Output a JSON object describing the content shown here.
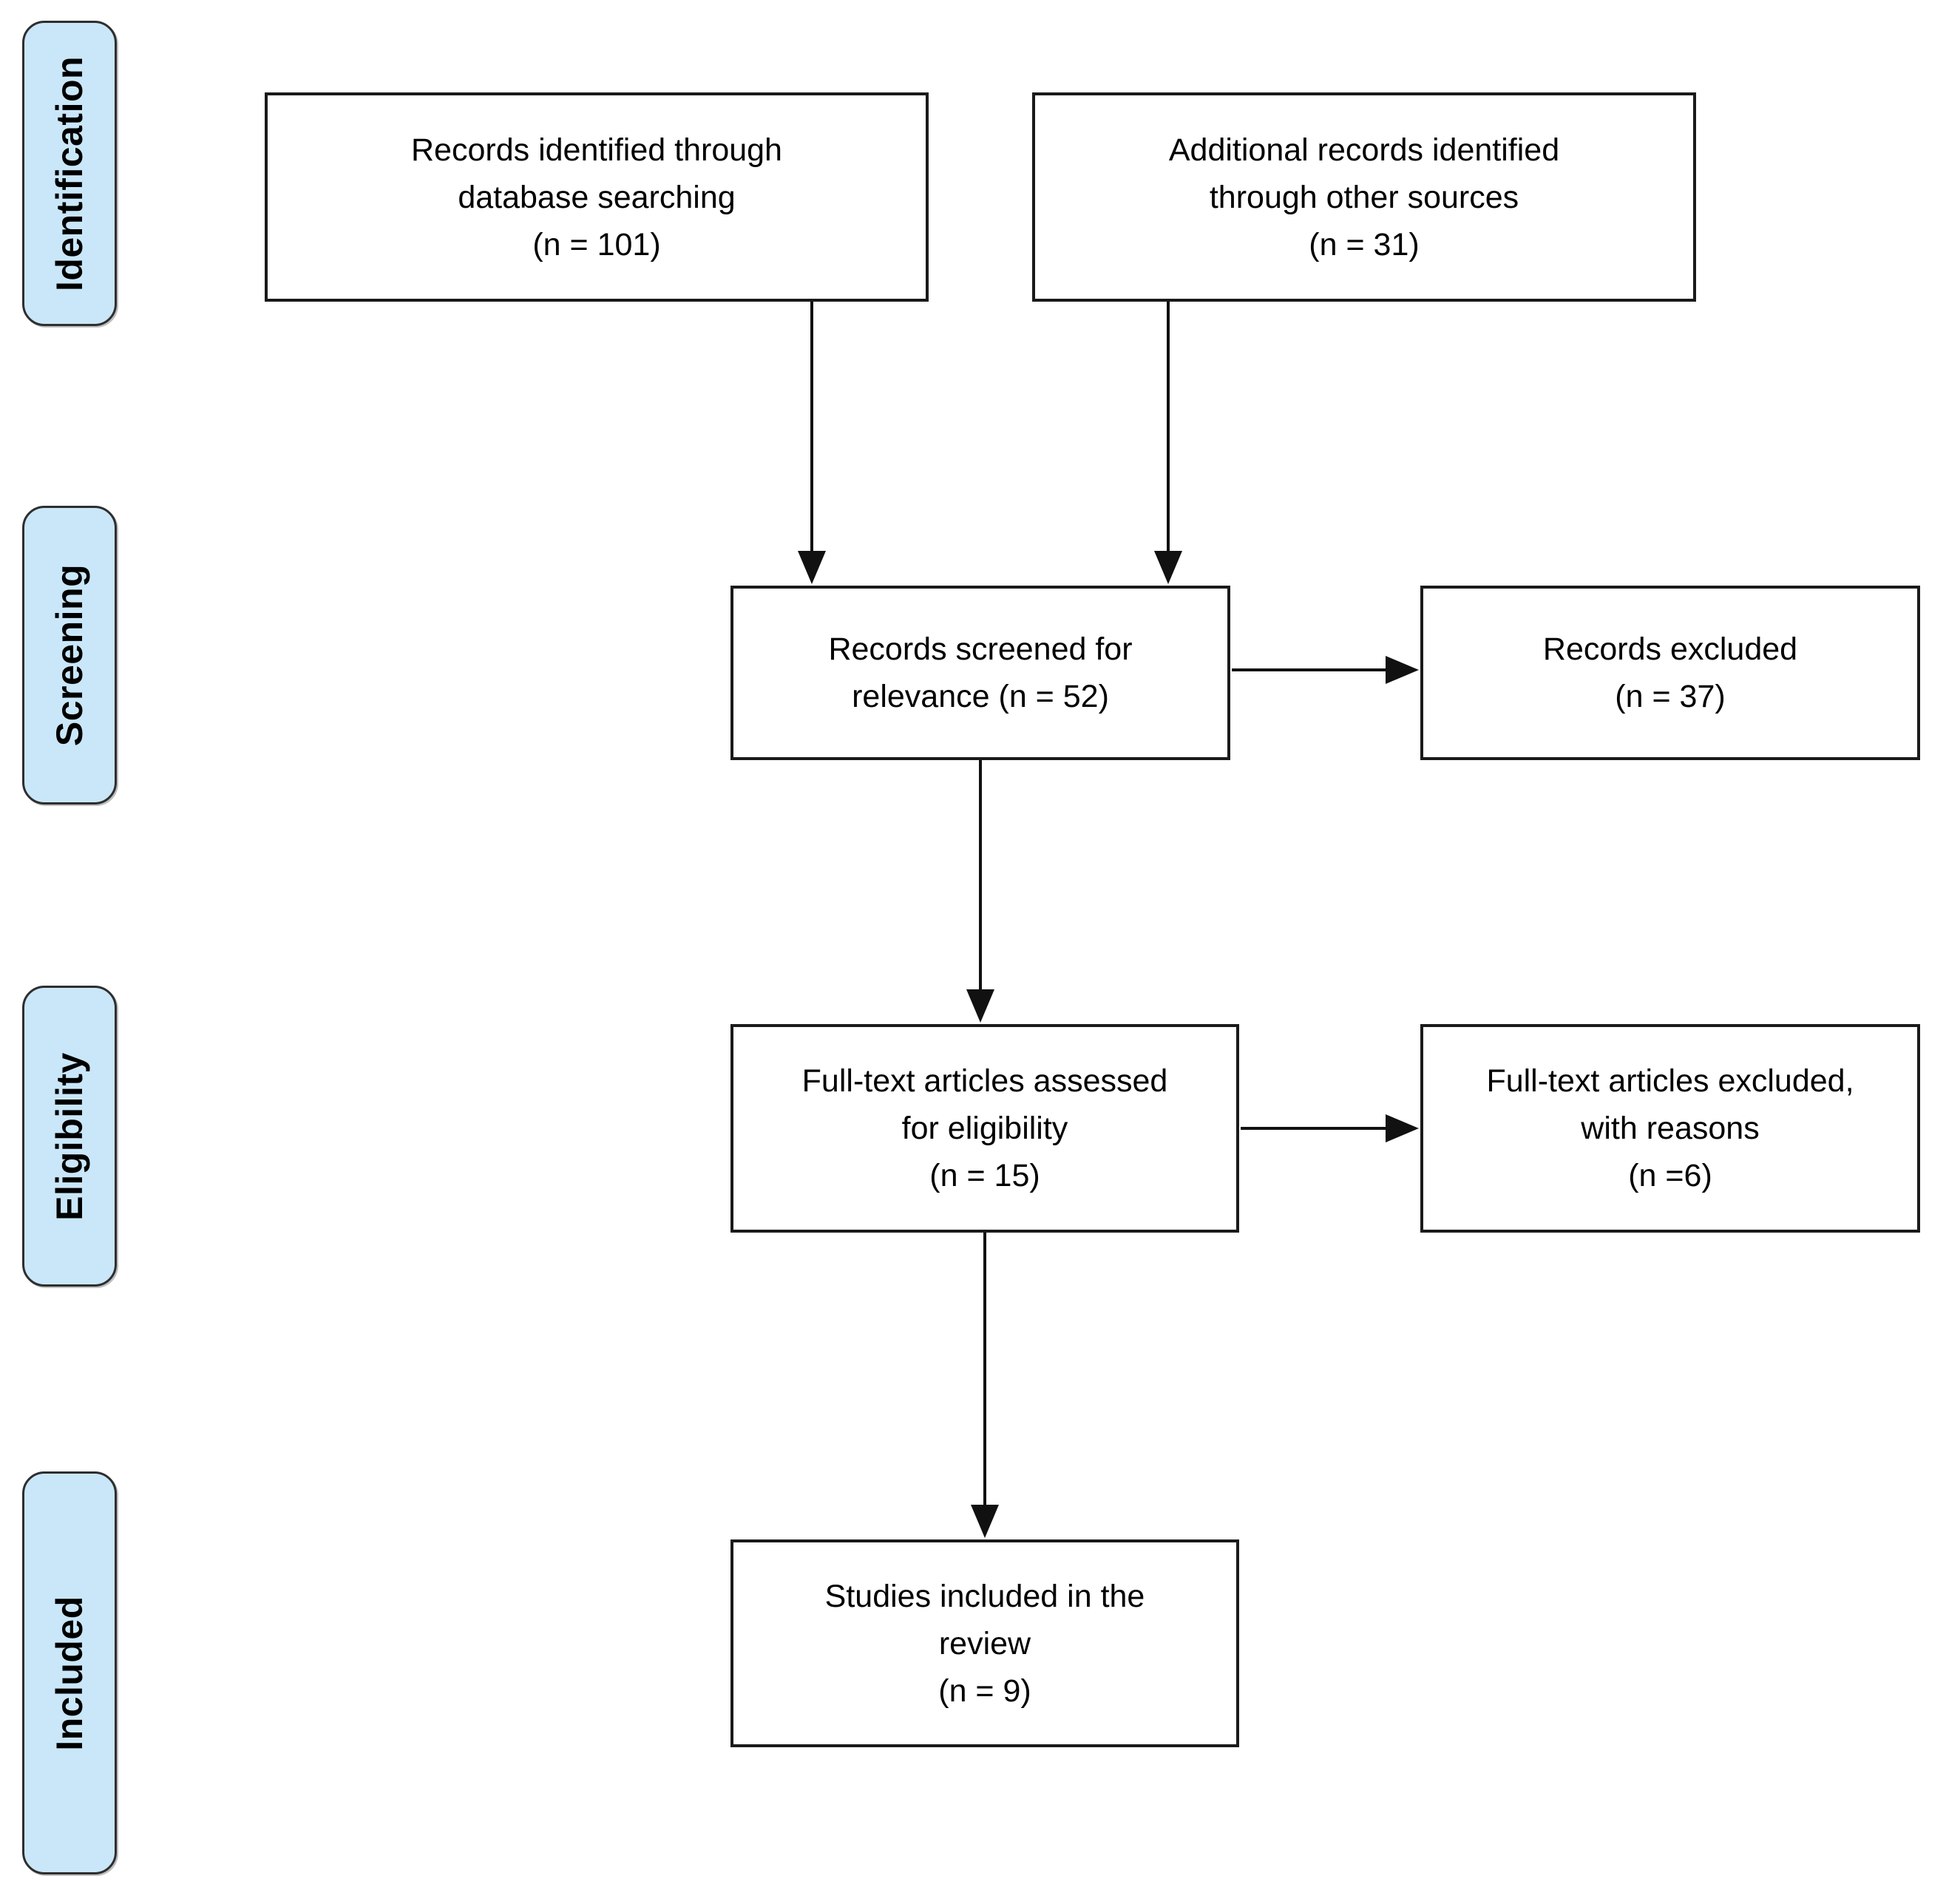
{
  "diagram": {
    "stages": [
      {
        "label": "Identification"
      },
      {
        "label": "Screening"
      },
      {
        "label": "Eligibility"
      },
      {
        "label": "Included"
      }
    ],
    "boxes": {
      "identified": {
        "lines": [
          "Records identified through",
          "database searching",
          "(n = 101)"
        ]
      },
      "additional": {
        "lines": [
          "Additional records identified",
          "through other sources",
          "(n = 31)"
        ]
      },
      "screened": {
        "lines": [
          "Records screened for",
          "relevance (n = 52)"
        ]
      },
      "excluded": {
        "lines": [
          "Records excluded",
          "(n = 37)"
        ]
      },
      "fulltext": {
        "lines": [
          "Full-text articles assessed",
          "for eligibility",
          "(n = 15)"
        ]
      },
      "fulltext_excluded": {
        "lines": [
          "Full-text articles excluded,",
          "with reasons",
          "(n =6)"
        ]
      },
      "included": {
        "lines": [
          "Studies included in the",
          "review",
          "(n = 9)"
        ]
      }
    },
    "colors": {
      "stage_fill": "#c9e7f9",
      "stage_border": "#2e2e2e",
      "box_border": "#1a1a1a",
      "arrow": "#111111",
      "text": "#000000"
    }
  }
}
